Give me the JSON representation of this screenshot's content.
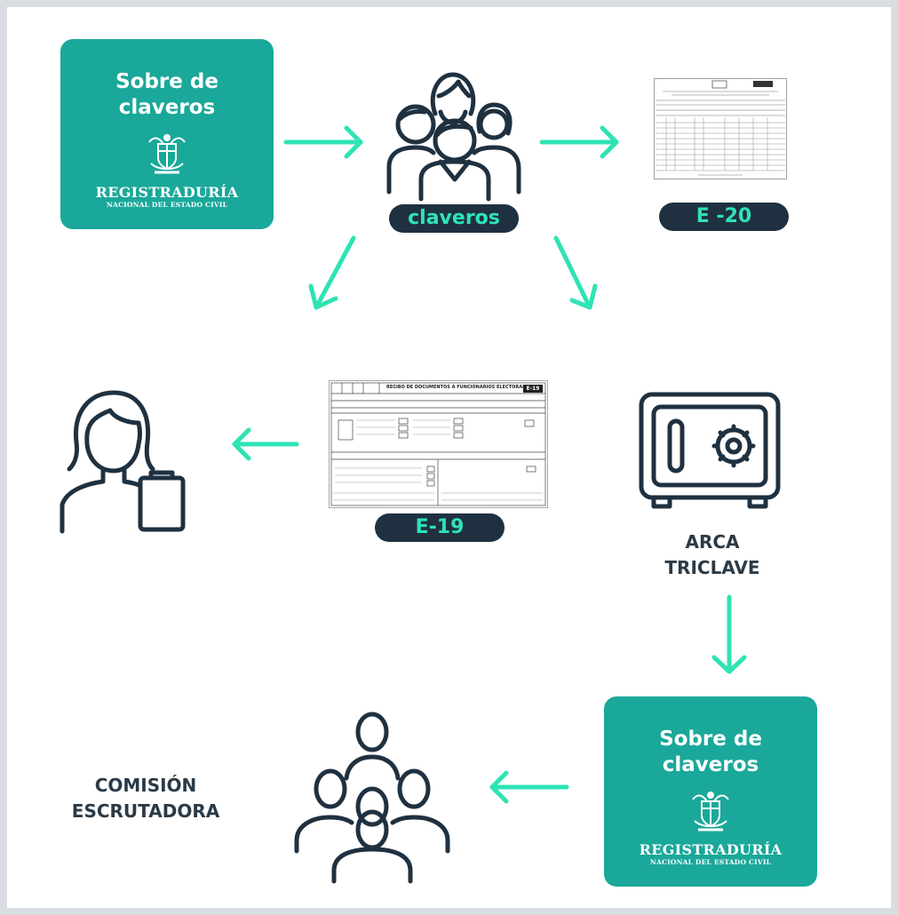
{
  "top_card": {
    "title_line1": "Sobre de",
    "title_line2": "claveros",
    "org_name": "REGISTRADURÍA",
    "org_sub": "NACIONAL DEL ESTADO CIVIL"
  },
  "bottom_card": {
    "title_line1": "Sobre de",
    "title_line2": "claveros",
    "org_name": "REGISTRADURÍA",
    "org_sub": "NACIONAL DEL ESTADO CIVIL"
  },
  "claveros_pill": "claveros",
  "e20_pill": "E -20",
  "e19_pill": "E-19",
  "arca_line1": "ARCA",
  "arca_line2": "TRICLAVE",
  "comision_line1": "COMISIÓN",
  "comision_line2": "ESCRUTADORA",
  "e19_form": {
    "heading": "RECIBO DE DOCUMENTOS A FUNCIONARIOS ELECTORALES",
    "code": "E-19"
  },
  "colors": {
    "teal": "#1aa89a",
    "arrow": "#2ee3b4",
    "navy": "#1f3140",
    "icon_stroke": "#1f3140"
  },
  "icons": [
    "colombia-shield-icon",
    "group-people-icon",
    "document-icon",
    "woman-clipboard-icon",
    "safe-icon",
    "team-icon",
    "arrow-icon"
  ]
}
